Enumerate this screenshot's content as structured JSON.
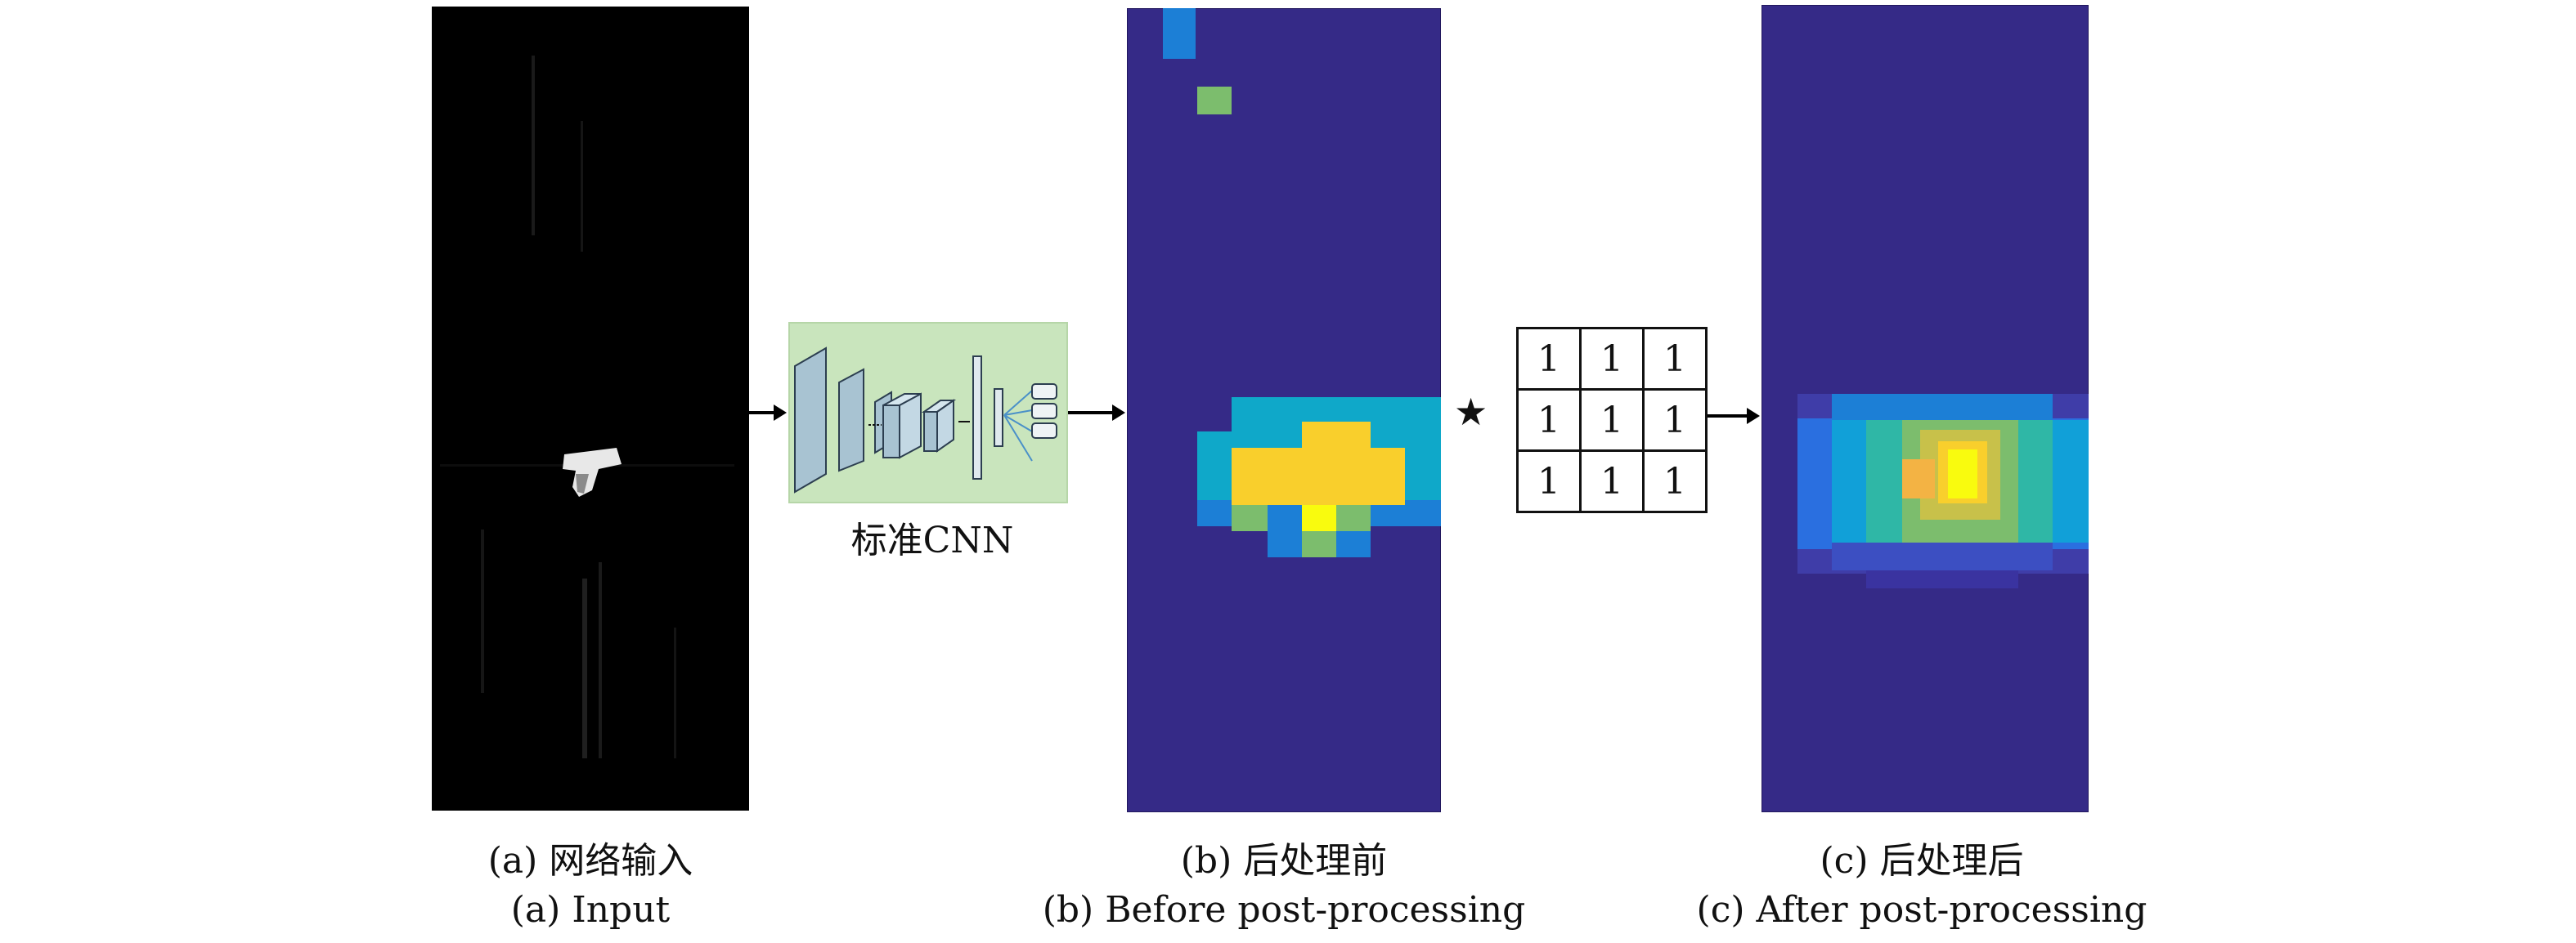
{
  "panels": {
    "a": {
      "caption_cn": "(a) 网络输入",
      "caption_en": "(a) Input"
    },
    "b": {
      "caption_cn": "(b) 后处理前",
      "caption_en": "(b) Before post-processing"
    },
    "c": {
      "caption_cn": "(c) 后处理后",
      "caption_en": "(c) After post-processing"
    }
  },
  "cnn": {
    "label": "标准CNN"
  },
  "operator": {
    "symbol": "★"
  },
  "kernel": {
    "values": [
      [
        "1",
        "1",
        "1"
      ],
      [
        "1",
        "1",
        "1"
      ],
      [
        "1",
        "1",
        "1"
      ]
    ]
  },
  "colors": {
    "background_dark": "#000000",
    "heatmap_low": "#352a87",
    "heatmap_cyan": "#0fa8c9",
    "heatmap_yellow": "#f9cf2c",
    "heatmap_peak": "#f9fb0e",
    "cnn_box": "#c9e5bd",
    "arrow": "#000000"
  }
}
